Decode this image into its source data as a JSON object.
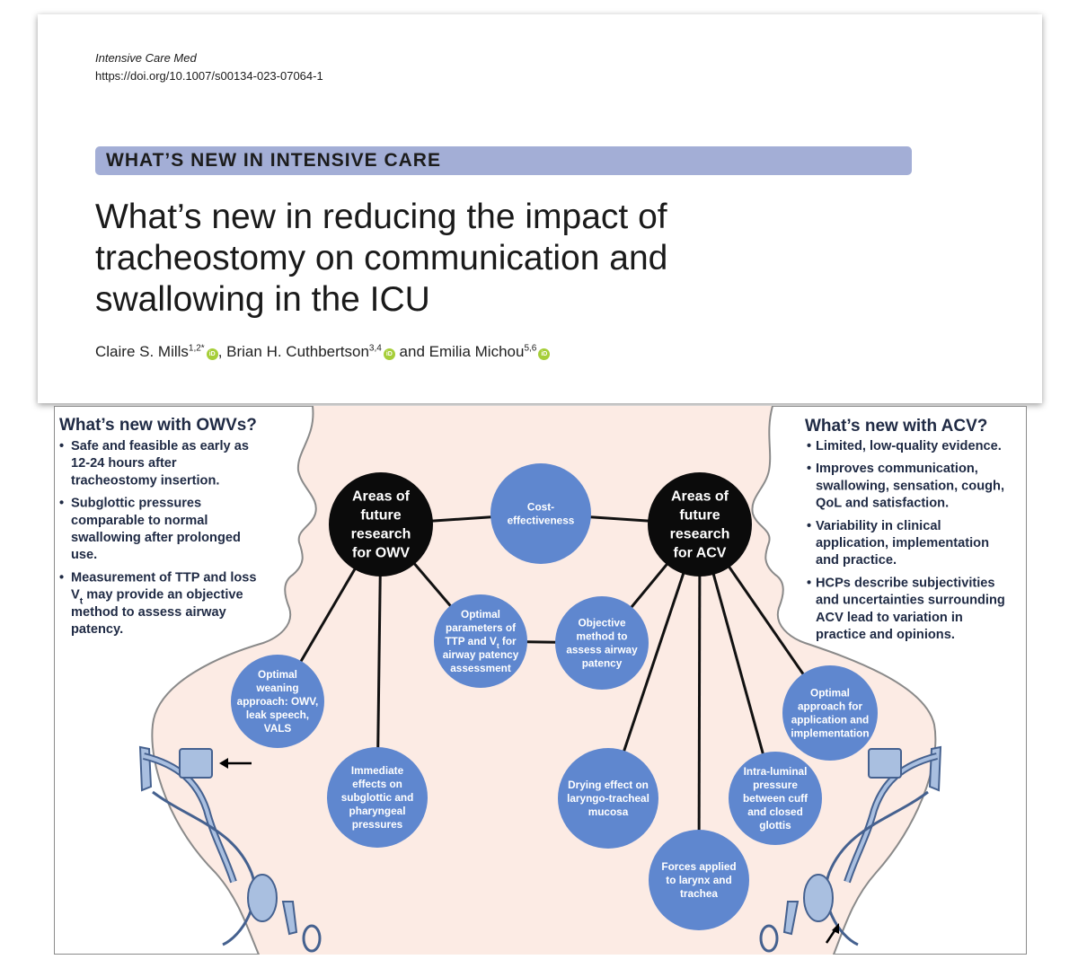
{
  "paper": {
    "journal": "Intensive Care Med",
    "doi": "https://doi.org/10.1007/s00134-023-07064-1",
    "section": "WHAT’S NEW IN INTENSIVE CARE",
    "title": "What’s new in reducing the impact of tracheostomy on communication and swallowing in the ICU",
    "authors": [
      {
        "name": "Claire S. Mills",
        "aff": "1,2*"
      },
      {
        "name": "Brian H. Cuthbertson",
        "aff": "3,4"
      },
      {
        "name": "Emilia Michou",
        "aff": "5,6"
      }
    ],
    "author_sep": ", ",
    "author_and": " and ",
    "orcid_label": "iD"
  },
  "figure": {
    "colors": {
      "background": "#fcebe4",
      "skin_outline": "#8a8a8a",
      "hub_fill": "#0b0b0b",
      "node_fill": "#5f87cf",
      "edge": "#111111",
      "text_dark": "#1f2a44",
      "tube_fill": "#a9bfe0",
      "tube_stroke": "#45618f"
    },
    "owv_panel": {
      "title": "What’s new with OWVs?",
      "bullets": [
        [
          "Safe and feasible as early as",
          "12-24 hours after",
          "tracheostomy insertion."
        ],
        [
          "Subglottic pressures",
          "comparable to normal",
          "swallowing after prolonged",
          "use."
        ],
        [
          "Measurement of TTP and loss",
          "V_t may provide an objective",
          "method to assess airway",
          "patency."
        ]
      ]
    },
    "acv_panel": {
      "title": "What’s new with ACV?",
      "bullets": [
        [
          "Limited, low-quality evidence."
        ],
        [
          "Improves communication,",
          "swallowing, sensation, cough,",
          "QoL and satisfaction."
        ],
        [
          "Variability in clinical",
          "application, implementation",
          "and practice."
        ],
        [
          "HCPs describe subjectivities",
          "and uncertainties surrounding",
          "ACV lead to variation in",
          "practice and opinions."
        ]
      ]
    },
    "hubs": {
      "owv": [
        "Areas of",
        "future",
        "research",
        "for OWV"
      ],
      "acv": [
        "Areas of",
        "future",
        "research",
        "for ACV"
      ]
    },
    "center_node": [
      "Cost-",
      "effectiveness"
    ],
    "owv_nodes": [
      [
        "Optimal",
        "weaning",
        "approach: OWV,",
        "leak speech,",
        "VALS"
      ],
      [
        "Immediate",
        "effects on",
        "subglottic and",
        "pharyngeal",
        "pressures"
      ],
      [
        "Optimal",
        "parameters of",
        "TTP and V_t for",
        "airway patency",
        "assessment"
      ]
    ],
    "acv_nodes": [
      [
        "Objective",
        "method to",
        "assess airway",
        "patency"
      ],
      [
        "Drying effect on",
        "laryngo-tracheal",
        "mucosa"
      ],
      [
        "Forces applied",
        "to larynx and",
        "trachea"
      ],
      [
        "Intra-luminal",
        "pressure",
        "between cuff",
        "and closed",
        "glottis"
      ],
      [
        "Optimal",
        "approach for",
        "application and",
        "implementation"
      ]
    ]
  }
}
